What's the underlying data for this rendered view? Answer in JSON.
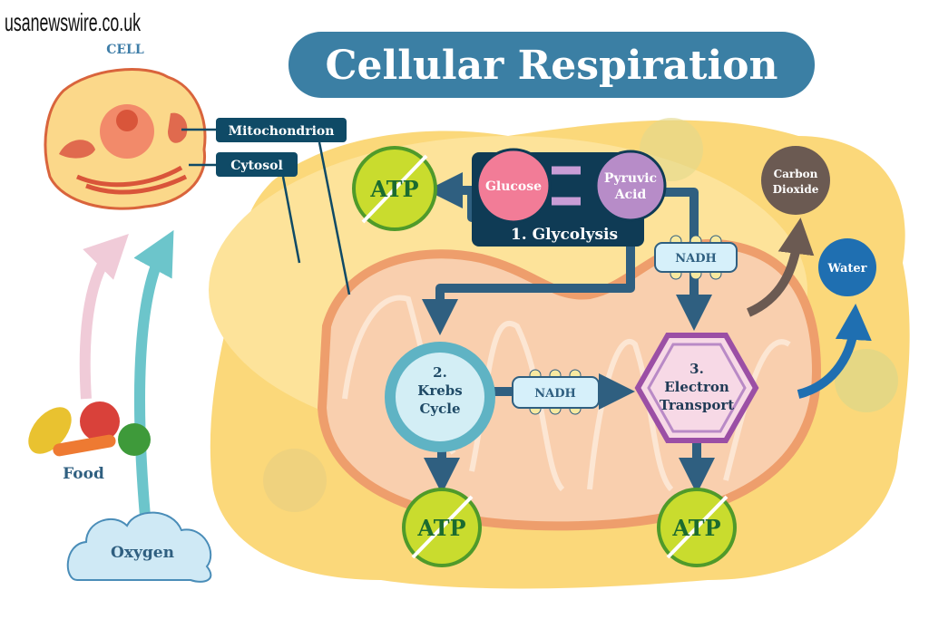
{
  "watermark": "usanewswire.co.uk",
  "title": "Cellular Respiration",
  "cell": {
    "label": "CELL",
    "mitochondrion_label": "Mitochondrion",
    "cytosol_label": "Cytosol"
  },
  "inputs": {
    "food": "Food",
    "oxygen": "Oxygen"
  },
  "glycolysis": {
    "glucose": "Glucose",
    "pyruvic_1": "Pyruvic",
    "pyruvic_2": "Acid",
    "stage": "1. Glycolysis"
  },
  "krebs": {
    "num": "2.",
    "line1": "Krebs",
    "line2": "Cycle"
  },
  "electron": {
    "num": "3.",
    "line1": "Electron",
    "line2": "Transport"
  },
  "nadh": {
    "top": "NADH",
    "middle": "NADH"
  },
  "atp": {
    "top": "ATP",
    "krebs": "ATP",
    "electron": "ATP"
  },
  "outputs": {
    "co2_1": "Carbon",
    "co2_2": "Dioxide",
    "water": "Water"
  },
  "colors": {
    "title_bg": "#3b7fa4",
    "dark_label": "#0f4a66",
    "atp_fill": "#c9dc2e",
    "atp_text": "#1b6b2f",
    "glucose": "#f27c97",
    "pyruvic": "#b78cc8",
    "co2": "#6b5a52",
    "water": "#1f6fb1",
    "arrow": "#2f5f80"
  }
}
